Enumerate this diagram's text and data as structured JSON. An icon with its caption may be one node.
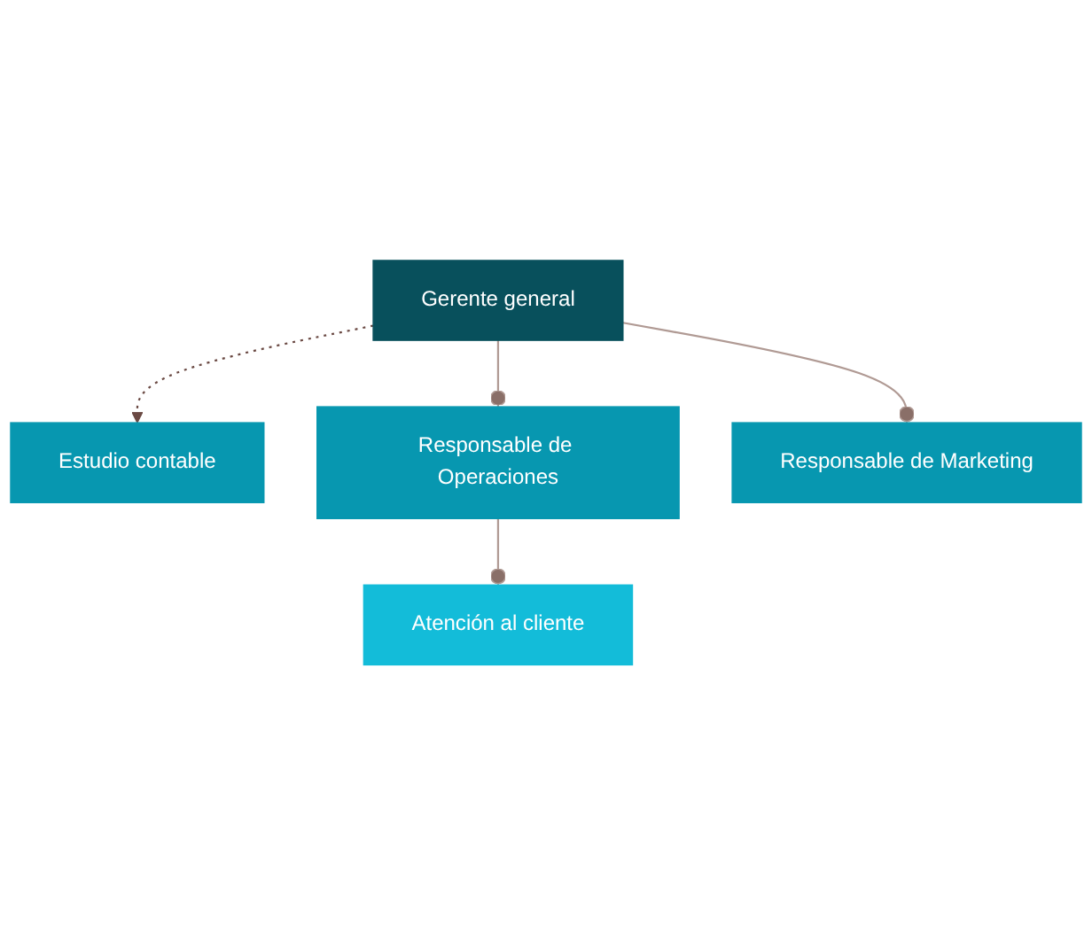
{
  "diagram": {
    "nodes": [
      {
        "text": [
          "Gerente general"
        ]
      },
      {
        "text": [
          "Estudio contable"
        ]
      },
      {
        "text": [
          "Responsable de Operaciones"
        ]
      },
      {
        "text": [
          "Responsable de Marketing"
        ]
      },
      {
        "text": [
          "Atención al cliente"
        ]
      }
    ],
    "edges": [
      {
        "from": 0,
        "to": 1,
        "arrow": "to",
        "style": "dashed",
        "color": "#6b4a44"
      },
      {
        "from": 0,
        "to": 2,
        "arrow": "other"
      },
      {
        "from": 0,
        "to": 3,
        "arrow": "other"
      },
      {
        "from": 2,
        "to": 4,
        "arrow": "other"
      }
    ]
  }
}
